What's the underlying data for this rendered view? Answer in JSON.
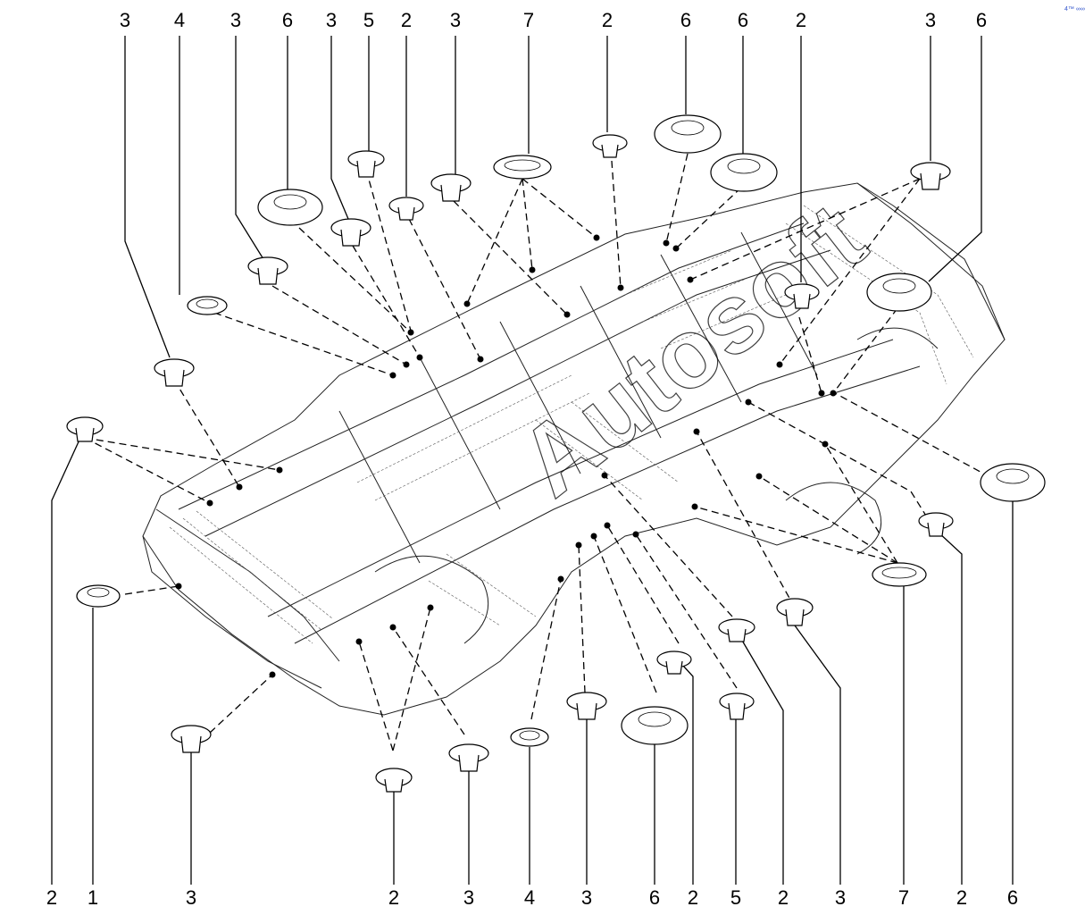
{
  "watermark": {
    "text": "Autosoft"
  },
  "corner_mark": {
    "text": "4™ ∞∞"
  },
  "callouts_top": [
    "3",
    "4",
    "3",
    "6",
    "3",
    "5",
    "2",
    "3",
    "7",
    "2",
    "6",
    "6",
    "2",
    "3",
    "6"
  ],
  "callouts_bottom": [
    "2",
    "1",
    "3",
    "2",
    "3",
    "4",
    "3",
    "6",
    "2",
    "5",
    "2",
    "3",
    "7",
    "2",
    "6"
  ]
}
